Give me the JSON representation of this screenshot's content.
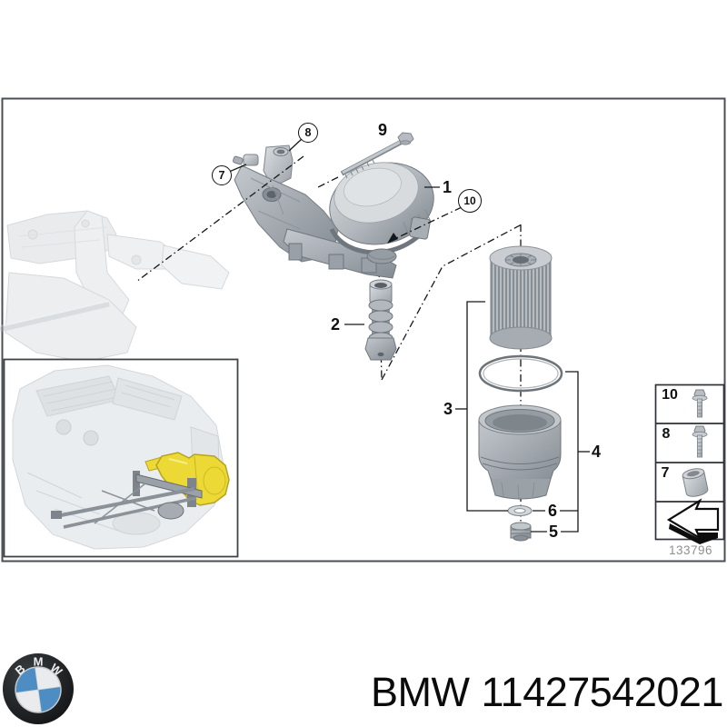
{
  "page": {
    "background": "#ffffff"
  },
  "footer": {
    "brand": "BMW",
    "part_number": "11427542021"
  },
  "logo": {
    "letters": [
      "B",
      "M",
      "W"
    ],
    "roundel_blue": "#4d8dc4",
    "ring_black": "#1b1d1f"
  },
  "diagram": {
    "drawing_number": "133796",
    "highlight_color": "#ecd935",
    "line_color": "#1a1a1a",
    "part_gray": "#aab0b6",
    "callouts": [
      {
        "label": "1",
        "circled": false
      },
      {
        "label": "2",
        "circled": false
      },
      {
        "label": "3",
        "circled": false
      },
      {
        "label": "4",
        "circled": false
      },
      {
        "label": "5",
        "circled": false
      },
      {
        "label": "6",
        "circled": false
      },
      {
        "label": "7",
        "circled": true
      },
      {
        "label": "8",
        "circled": true
      },
      {
        "label": "9",
        "circled": false
      },
      {
        "label": "10",
        "circled": true
      }
    ],
    "legend": {
      "items": [
        {
          "label": "10",
          "icon": "flange-bolt-icon"
        },
        {
          "label": "8",
          "icon": "flange-bolt-icon"
        },
        {
          "label": "7",
          "icon": "bushing-icon"
        },
        {
          "label": "",
          "icon": "removal-direction-arrow-icon"
        }
      ]
    }
  }
}
